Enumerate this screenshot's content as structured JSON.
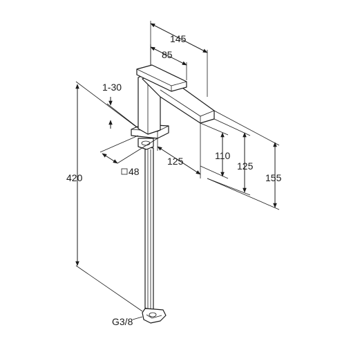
{
  "dimensions": {
    "width_total": "145",
    "width_spout": "85",
    "adjustment": "1-30",
    "height_total": "420",
    "base_square": "48",
    "depth": "125",
    "height_spout": "110",
    "height_125": "125",
    "height_155": "155",
    "thread": "G3/8"
  },
  "colors": {
    "line": "#1a1a1a",
    "background": "#ffffff"
  }
}
